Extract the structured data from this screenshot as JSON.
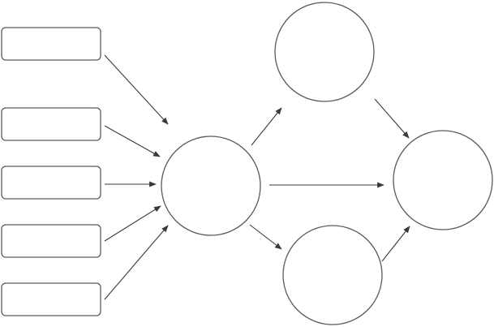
{
  "diagram": {
    "boxes": [
      {
        "id": "box-1",
        "label": ""
      },
      {
        "id": "box-2",
        "label": ""
      },
      {
        "id": "box-3",
        "label": ""
      },
      {
        "id": "box-4",
        "label": ""
      },
      {
        "id": "box-5",
        "label": ""
      }
    ],
    "nodes": [
      {
        "id": "node-center",
        "label": ""
      },
      {
        "id": "node-top",
        "label": ""
      },
      {
        "id": "node-bottom",
        "label": ""
      },
      {
        "id": "node-right",
        "label": ""
      }
    ],
    "edges": [
      {
        "from": "box-1",
        "to": "node-center"
      },
      {
        "from": "box-2",
        "to": "node-center"
      },
      {
        "from": "box-3",
        "to": "node-center"
      },
      {
        "from": "box-4",
        "to": "node-center"
      },
      {
        "from": "box-5",
        "to": "node-center"
      },
      {
        "from": "node-center",
        "to": "node-top"
      },
      {
        "from": "node-center",
        "to": "node-right"
      },
      {
        "from": "node-center",
        "to": "node-bottom"
      },
      {
        "from": "node-top",
        "to": "node-right"
      },
      {
        "from": "node-bottom",
        "to": "node-right"
      }
    ]
  }
}
